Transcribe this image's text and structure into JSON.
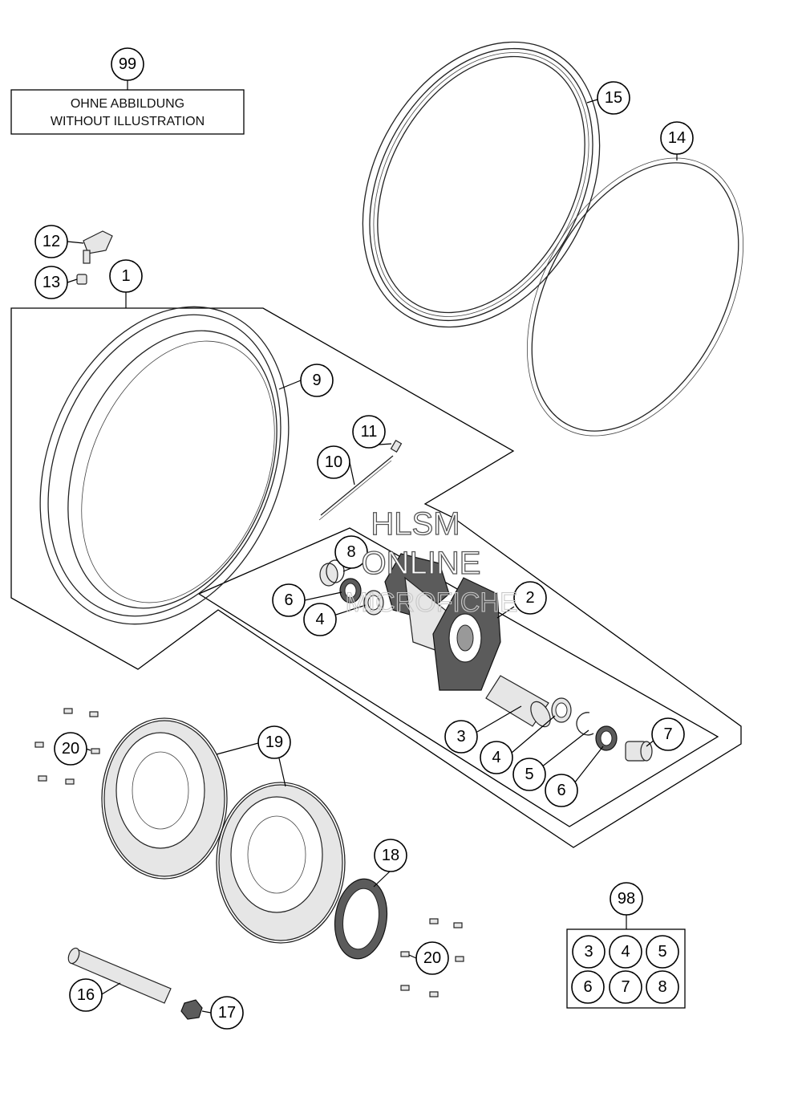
{
  "note": {
    "line1": "OHNE ABBILDUNG",
    "line2": "WITHOUT ILLUSTRATION"
  },
  "watermark": {
    "line1": "HLSM",
    "line2": "ONLINE",
    "line3": "MICROFICHE"
  },
  "callouts": {
    "c99": "99",
    "c15": "15",
    "c14": "14",
    "c12": "12",
    "c13": "13",
    "c1": "1",
    "c9": "9",
    "c11": "11",
    "c10": "10",
    "c8": "8",
    "c2": "2",
    "c6a": "6",
    "c4a": "4",
    "c3": "3",
    "c4b": "4",
    "c5": "5",
    "c6b": "6",
    "c7": "7",
    "c20a": "20",
    "c19": "19",
    "c18": "18",
    "c20b": "20",
    "c16": "16",
    "c17": "17",
    "c98": "98"
  },
  "kit98": [
    "3",
    "4",
    "5",
    "6",
    "7",
    "8"
  ],
  "icons": [
    "tire-pressure-sensor-icon",
    "valve-nut-icon",
    "spoke-icon",
    "spoke-nipple-icon",
    "rim-icon",
    "rim-tape-icon",
    "tube-band-icon",
    "hub-icon",
    "bearing-icon",
    "seal-icon",
    "spacer-icon",
    "circlip-icon",
    "brake-disc-icon",
    "abs-ring-icon",
    "axle-icon",
    "axle-nut-icon",
    "bolt-icon"
  ]
}
